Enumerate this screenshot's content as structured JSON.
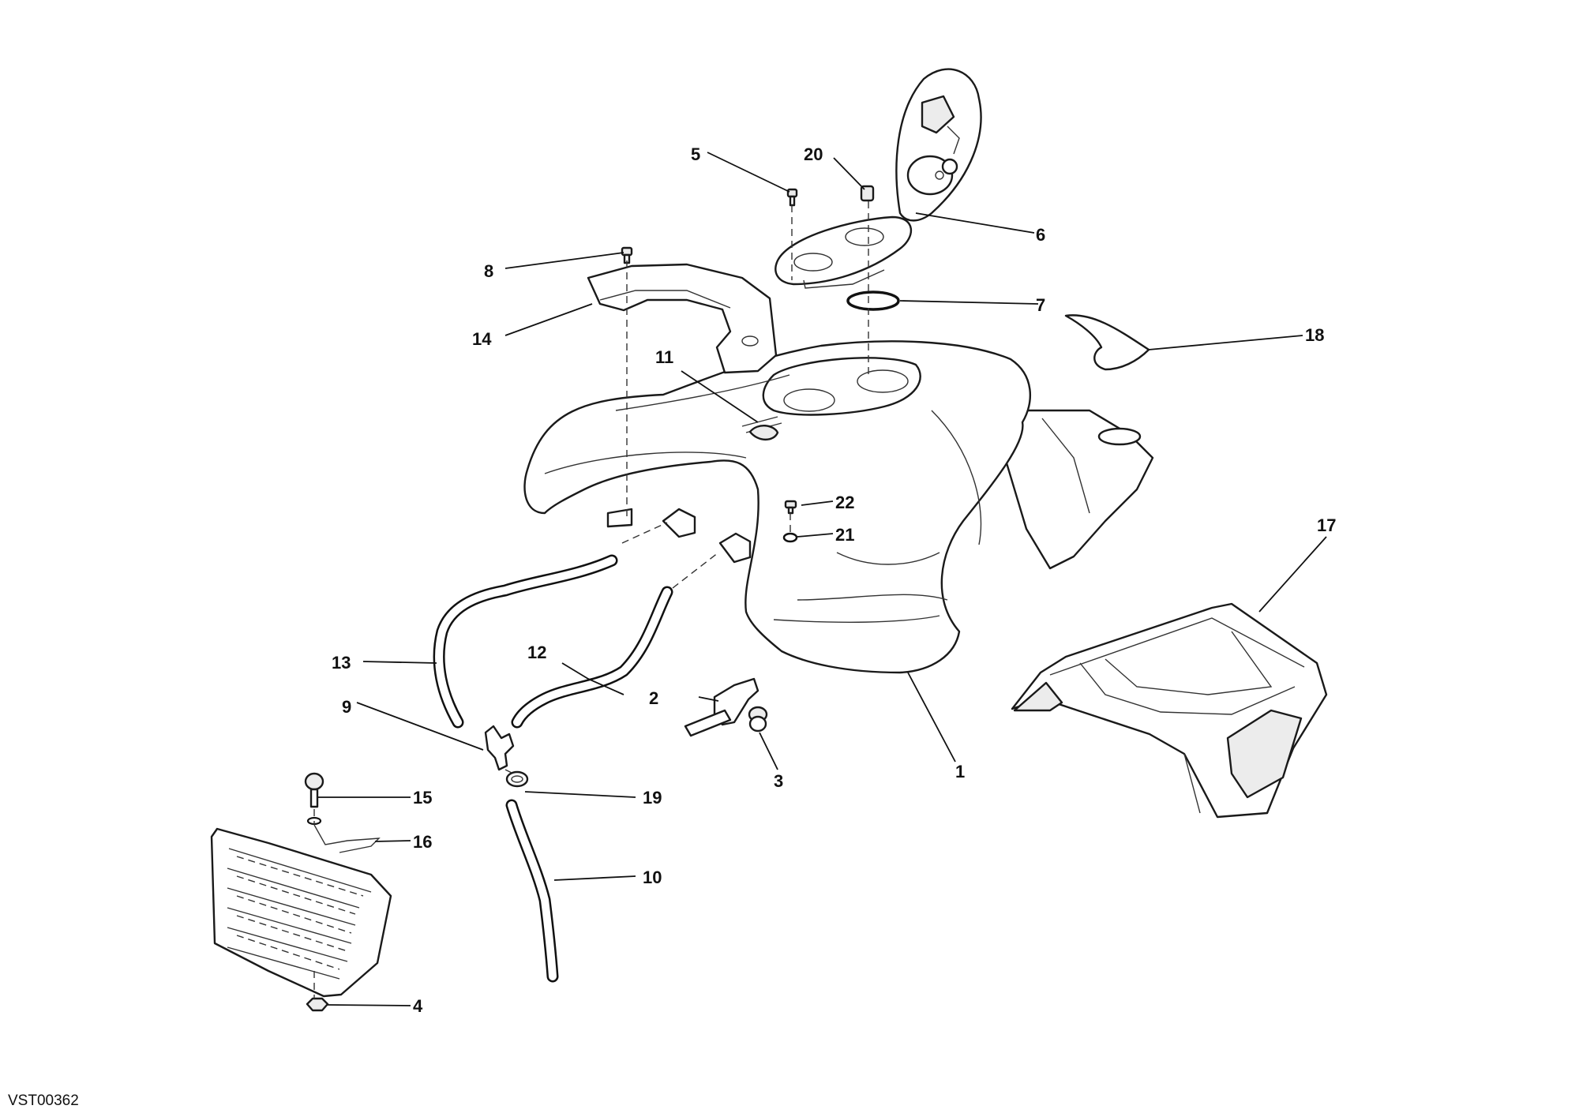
{
  "diagram": {
    "drawing_code": "VST00362",
    "callouts": {
      "c1": "1",
      "c2": "2",
      "c3": "3",
      "c4": "4",
      "c5": "5",
      "c6": "6",
      "c7": "7",
      "c8": "8",
      "c9": "9",
      "c10": "10",
      "c11": "11",
      "c12": "12",
      "c13": "13",
      "c14": "14",
      "c15": "15",
      "c16": "16",
      "c17": "17",
      "c18": "18",
      "c19": "19",
      "c20": "20",
      "c21": "21",
      "c22": "22"
    }
  }
}
